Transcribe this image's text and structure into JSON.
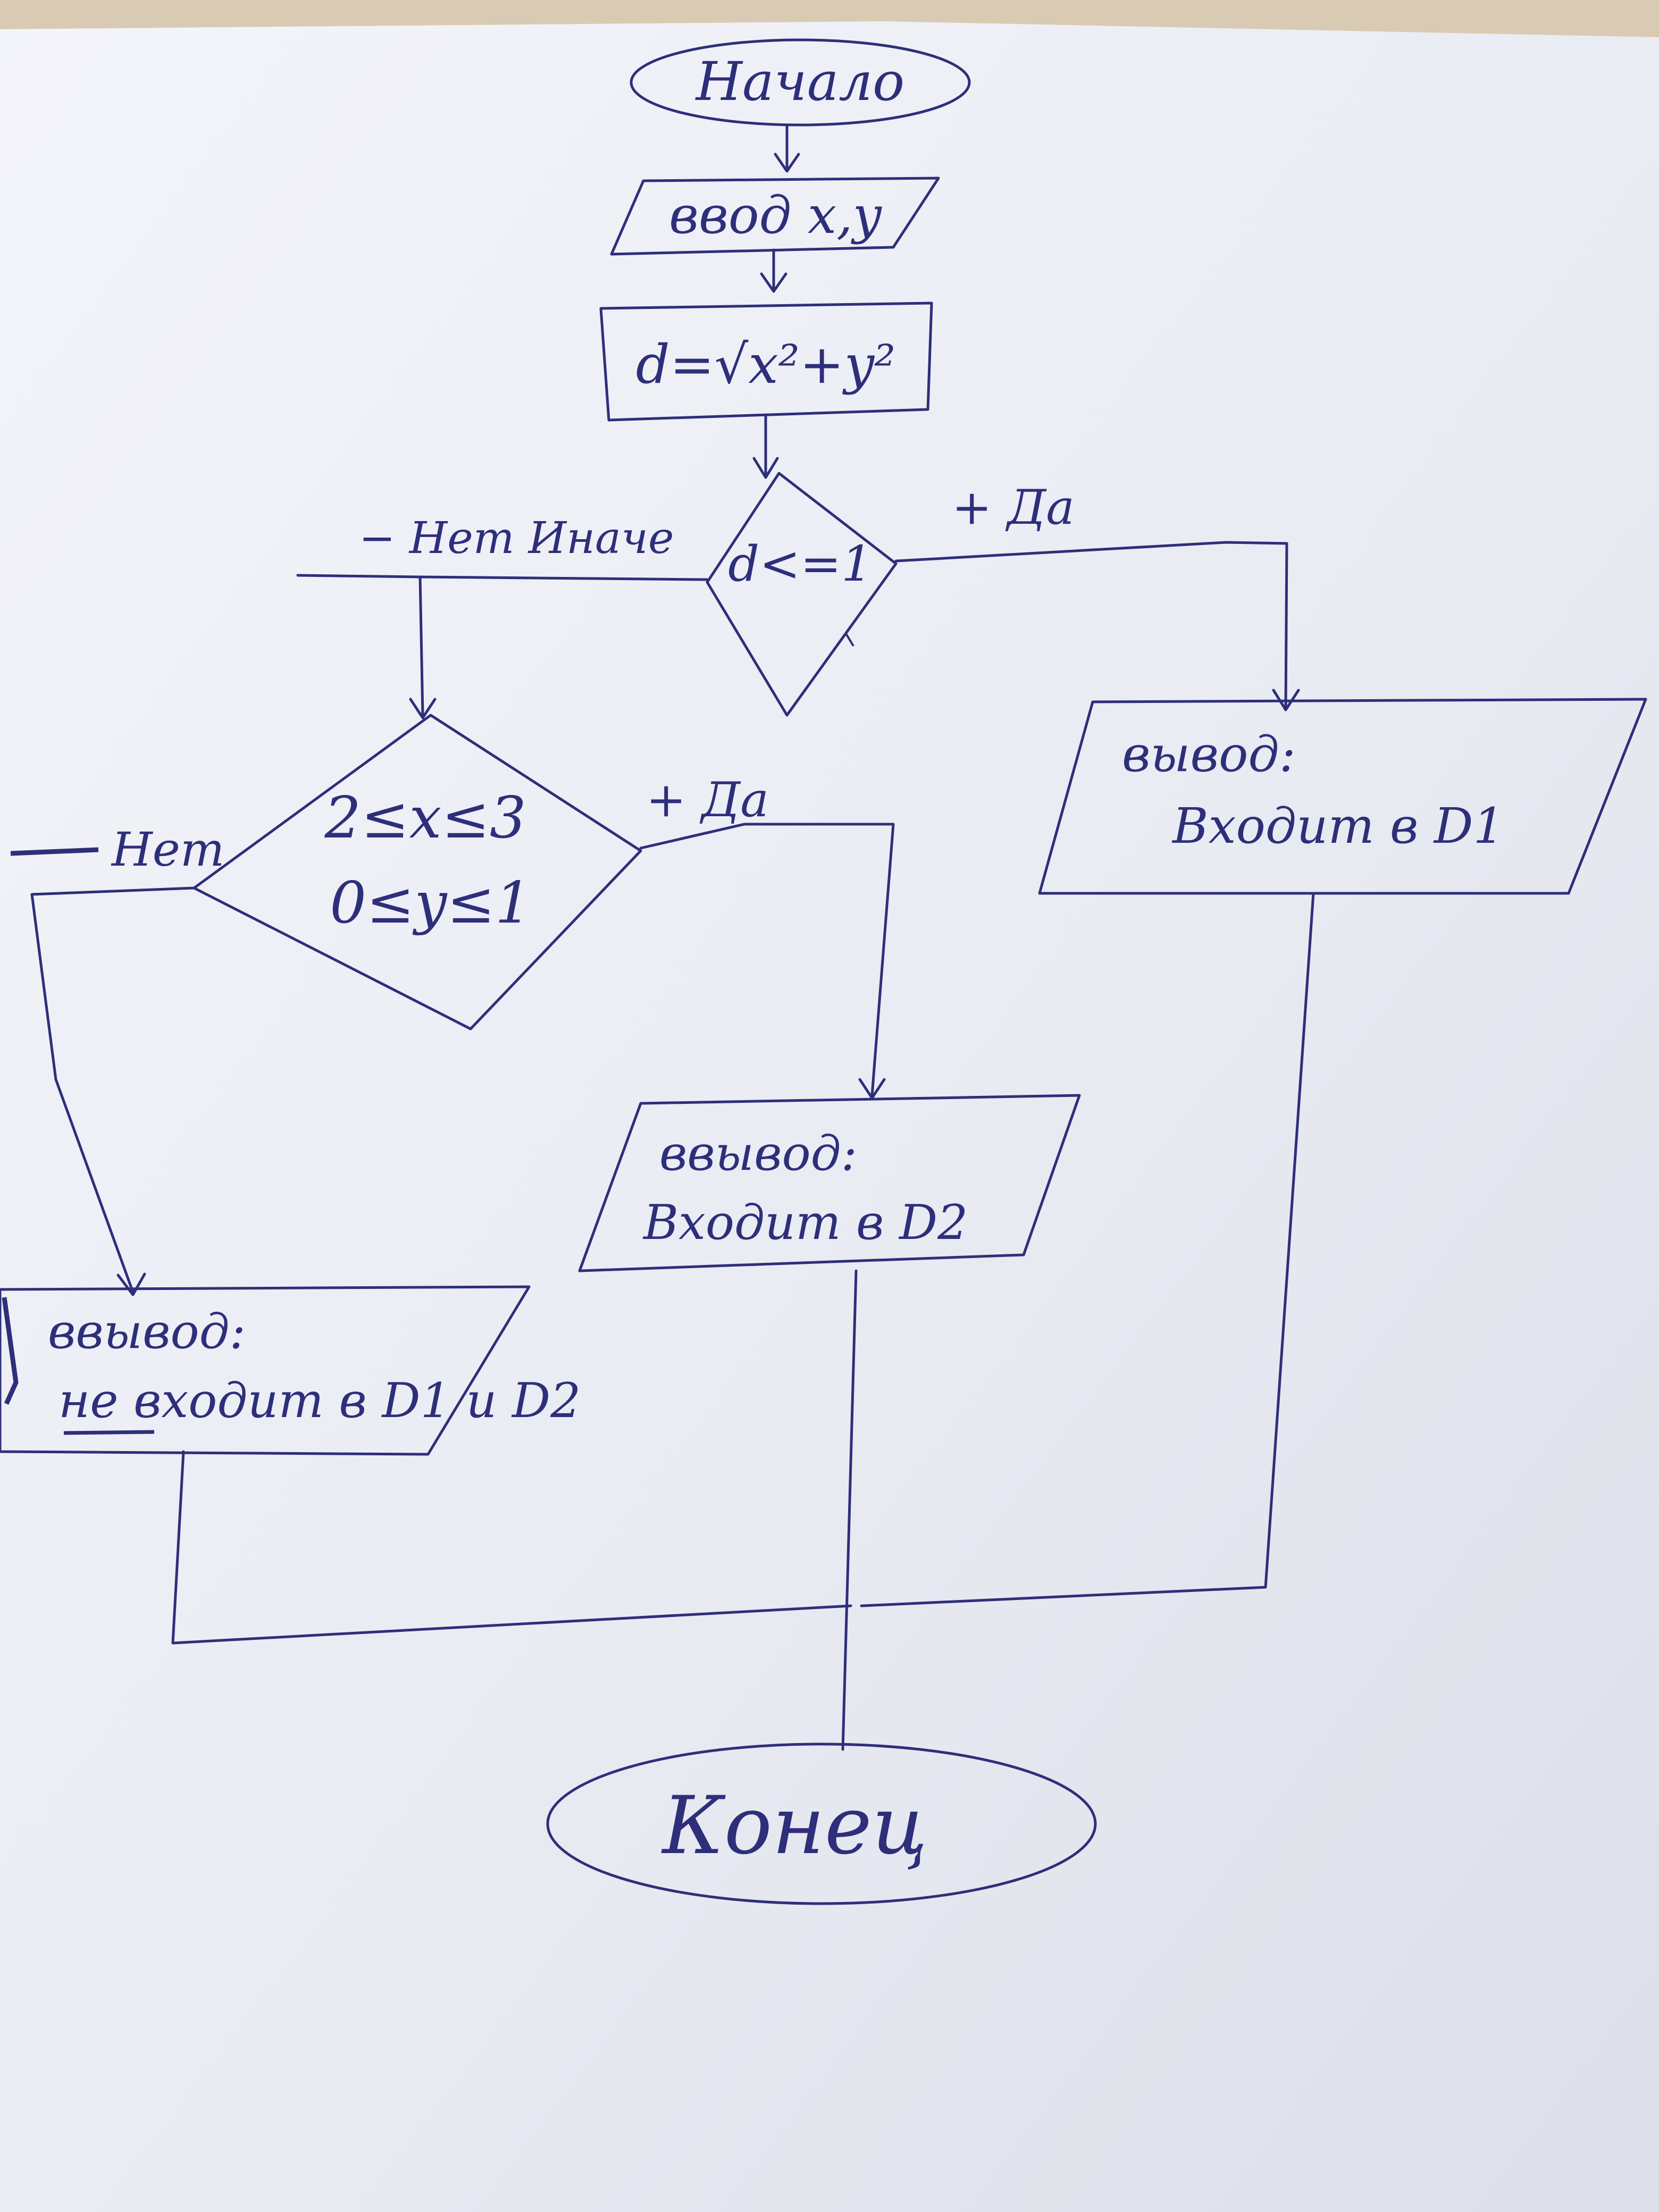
{
  "diagram": {
    "ink_color": "#2e2f7a",
    "paper_color": "#eceef5",
    "start": {
      "label": "Начало"
    },
    "input": {
      "label": "ввод x,y"
    },
    "compute": {
      "label": "d=√x²+y²"
    },
    "decision1": {
      "label": "d<=1",
      "no_label": "− Нет Иначе",
      "yes_label": "+ Да"
    },
    "decision2": {
      "line1": "2≤x≤3",
      "line2": "0≤y≤1",
      "no_label": "Нет",
      "yes_label": "+ Да"
    },
    "output1": {
      "line1": "вывод:",
      "line2": "Входит в D1"
    },
    "output2": {
      "line1": "ввывод:",
      "line2": "Входит в D2"
    },
    "output3": {
      "line1": "ввывод:",
      "line2_prefix": "не",
      "line2_rest": " входит в D1 и D2"
    },
    "end": {
      "label": "Конец"
    }
  }
}
